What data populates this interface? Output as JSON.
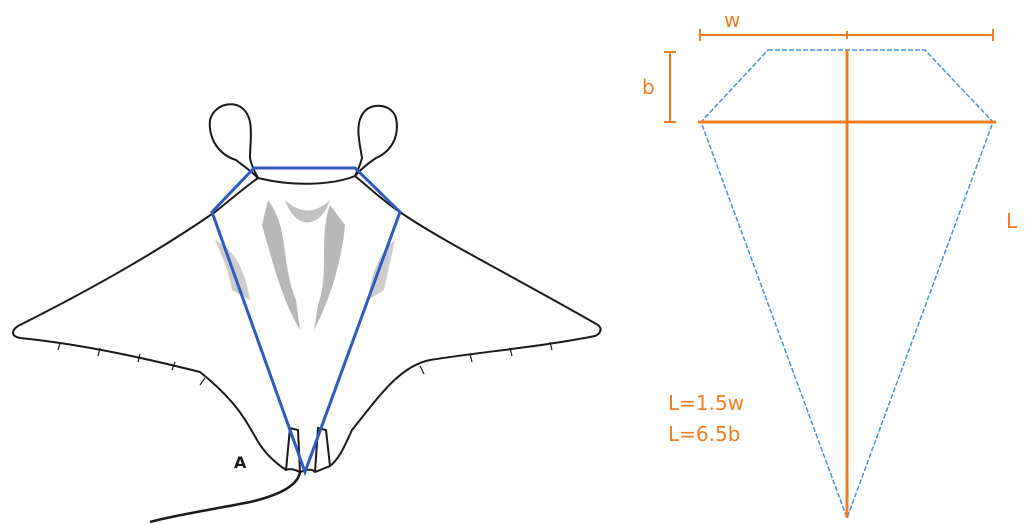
{
  "illustration": {
    "figure_letter": "A",
    "outline_color": "#2f5bbf",
    "ink_color": "#1a1a1a"
  },
  "diagram": {
    "outline_color": "#4a8fe0",
    "measure_color": "#f07d22",
    "labels": {
      "width": "w",
      "base": "b",
      "length": "L"
    },
    "formulas": {
      "line1": "L=1.5w",
      "line2": "L=6.5b"
    }
  }
}
